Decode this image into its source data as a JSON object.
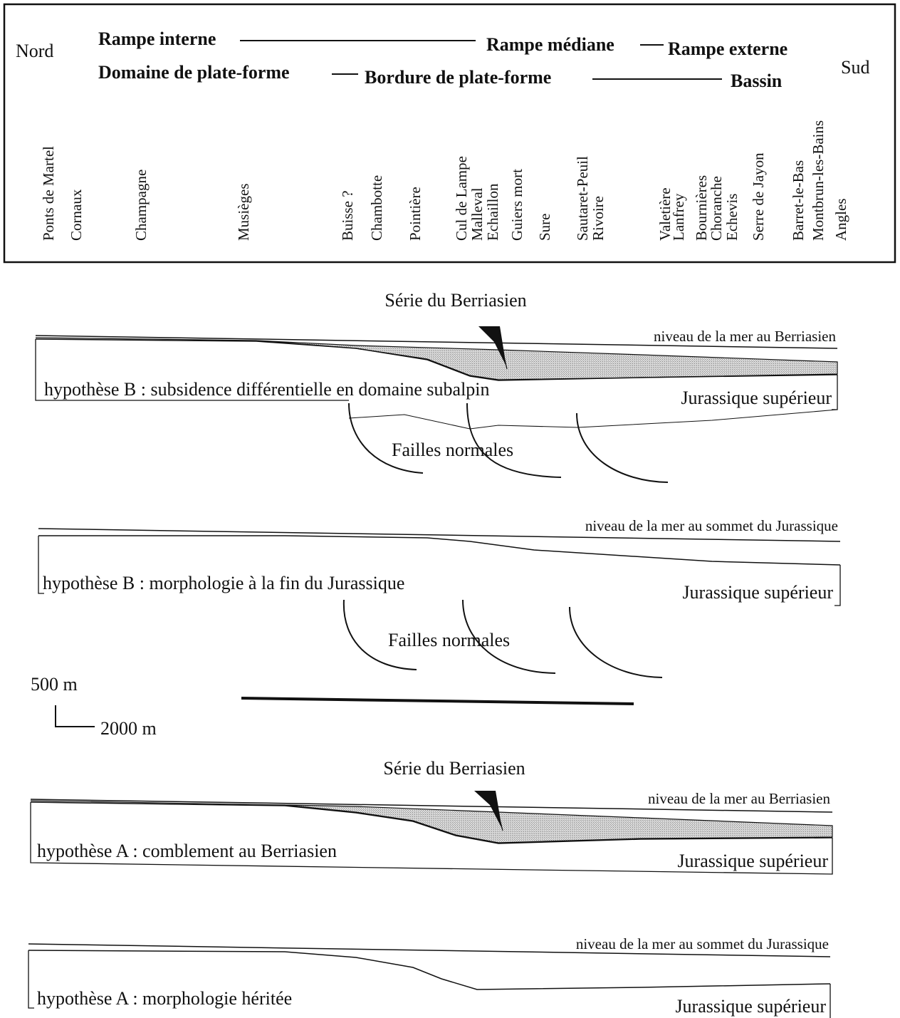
{
  "header": {
    "nord": "Nord",
    "sud": "Sud",
    "rampe_interne": "Rampe interne",
    "rampe_mediane": "Rampe médiane",
    "rampe_externe": "Rampe externe",
    "domaine": "Domaine de plate-forme",
    "bordure": "Bordure de plate-forme",
    "bassin": "Bassin",
    "localities": [
      "Ponts de Martel",
      "Cornaux",
      "Champagne",
      "Musièges",
      "Buisse ?",
      "Chambotte",
      "Pointière",
      "Cul de Lampe",
      "Malleval",
      "Echaillon",
      "Guiers mort",
      "Sure",
      "Sautaret-Peuil",
      "Rivoire",
      "Valetière",
      "Lanfrey",
      "Bournières",
      "Choranche",
      "Echevis",
      "Serre de Jayon",
      "Barret-le-Bas",
      "Montbrun-les-Bains",
      "Angles"
    ]
  },
  "sections": [
    {
      "title": "Série du Berriasien",
      "sea_level": "niveau de la mer au Berriasien",
      "hypothesis": "hypothèse B : subsidence différentielle en domaine subalpin",
      "substrate": "Jurassique supérieur",
      "faults": "Failles normales"
    },
    {
      "sea_level": "niveau de la mer au sommet du Jurassique",
      "hypothesis": "hypothèse B : morphologie à la fin du Jurassique",
      "substrate": "Jurassique supérieur",
      "faults": "Failles normales"
    },
    {
      "title": "Série du Berriasien",
      "sea_level": "niveau de la mer au Berriasien",
      "hypothesis": "hypothèse A : comblement au Berriasien",
      "substrate": "Jurassique supérieur"
    },
    {
      "sea_level": "niveau de la mer au sommet du Jurassique",
      "hypothesis": "hypothèse A : morphologie héritée",
      "substrate": "Jurassique supérieur"
    }
  ],
  "scale": {
    "vertical": "500 m",
    "horizontal": "2000 m"
  },
  "colors": {
    "ink": "#111111",
    "fill_berriasien": "#c8c8c8"
  }
}
